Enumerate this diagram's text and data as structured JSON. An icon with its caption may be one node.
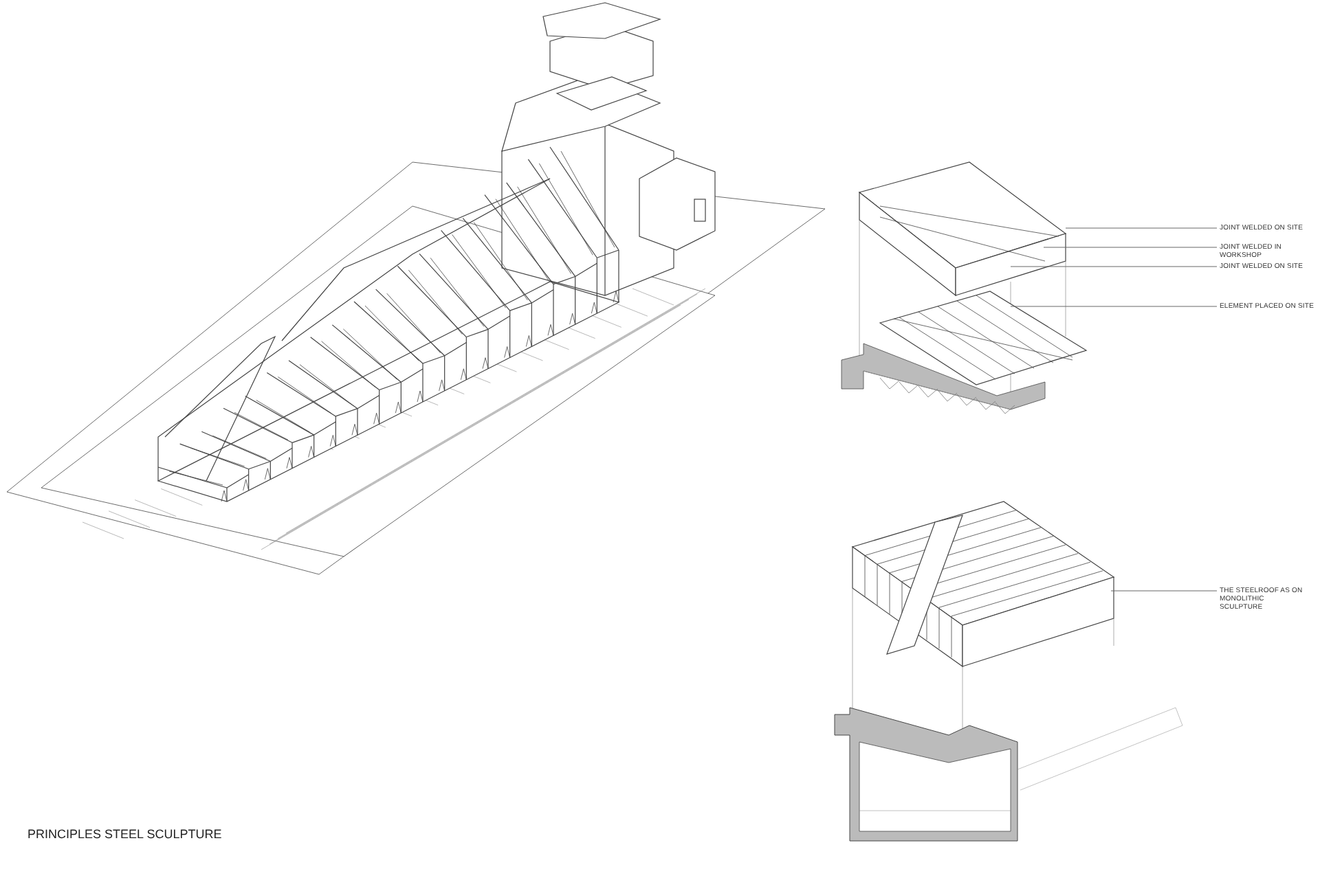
{
  "diagram": {
    "title": "PRINCIPLES STEEL SCULPTURE",
    "nodes": [
      {
        "text": [
          "JOINT WELDED ON SITE"
        ]
      },
      {
        "text": [
          "JOINT WELDED IN WORKSHOP"
        ]
      },
      {
        "text": [
          "JOINT WELDED ON SITE"
        ]
      },
      {
        "text": [
          "ELEMENT PLACED ON SITE"
        ]
      },
      {
        "text": [
          "THE STEELROOF AS ON MONOLITHIC SCULPTURE"
        ]
      }
    ],
    "edges": [
      {
        "from": 0,
        "to": null,
        "arrow": "none"
      },
      {
        "from": 1,
        "to": null,
        "arrow": "none"
      },
      {
        "from": 2,
        "to": null,
        "arrow": "none"
      },
      {
        "from": 3,
        "to": null,
        "arrow": "none"
      },
      {
        "from": 4,
        "to": null,
        "arrow": "none"
      }
    ]
  }
}
